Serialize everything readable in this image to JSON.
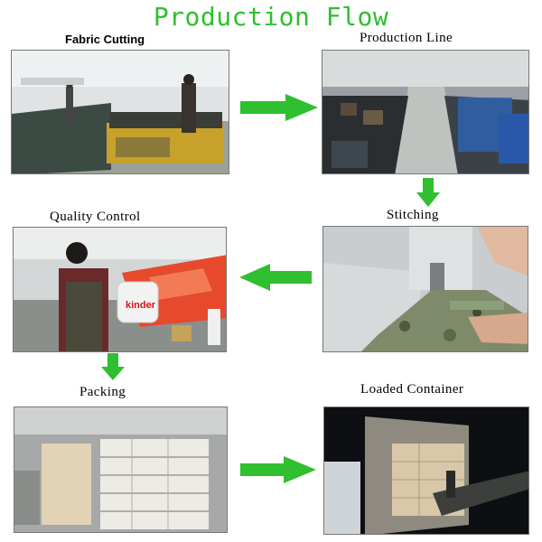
{
  "title": "Production Flow",
  "colors": {
    "arrow": "#2fbf2f",
    "title": "#2fbf2f"
  },
  "steps": [
    {
      "label": "Fabric Cutting"
    },
    {
      "label": "Production Line"
    },
    {
      "label": "Stitching"
    },
    {
      "label": "Quality Control"
    },
    {
      "label": "Packing"
    },
    {
      "label": "Loaded Container"
    }
  ],
  "photo_text": {
    "quality_bag_brand": "kinder"
  },
  "arrows": [
    {
      "from": "Fabric Cutting",
      "to": "Production Line",
      "direction": "right"
    },
    {
      "from": "Production Line",
      "to": "Stitching",
      "direction": "down"
    },
    {
      "from": "Stitching",
      "to": "Quality Control",
      "direction": "left"
    },
    {
      "from": "Quality Control",
      "to": "Packing",
      "direction": "down"
    },
    {
      "from": "Packing",
      "to": "Loaded Container",
      "direction": "right"
    }
  ]
}
